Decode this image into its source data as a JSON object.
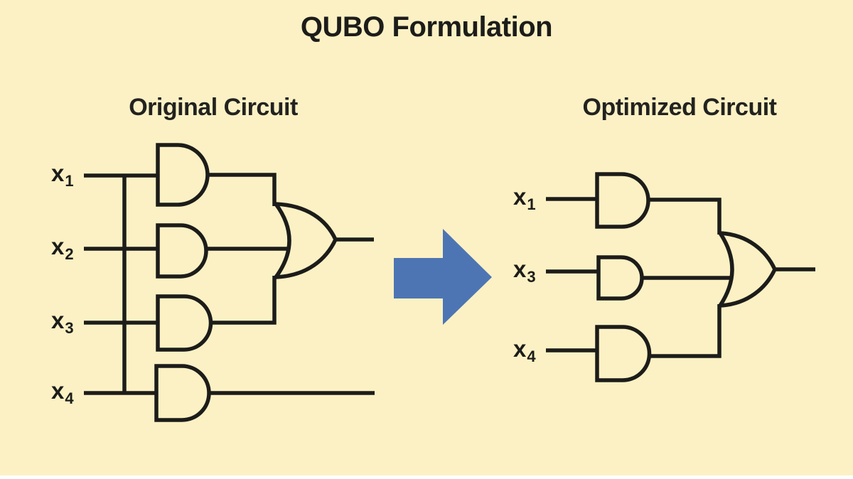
{
  "title": "QUBO Formulation",
  "colors": {
    "background": "#FCF1C4",
    "ink": "#1C1C1A",
    "arrow": "#4D75B4"
  },
  "original_circuit": {
    "label": "Original Circuit",
    "inputs": [
      {
        "base": "x",
        "sub": "1"
      },
      {
        "base": "x",
        "sub": "2"
      },
      {
        "base": "x",
        "sub": "3"
      },
      {
        "base": "x",
        "sub": "4"
      }
    ],
    "gate_types": [
      "AND",
      "AND",
      "AND",
      "AND",
      "OR"
    ]
  },
  "optimized_circuit": {
    "label": "Optimized Circuit",
    "inputs": [
      {
        "base": "x",
        "sub": "1"
      },
      {
        "base": "x",
        "sub": "3"
      },
      {
        "base": "x",
        "sub": "4"
      }
    ],
    "gate_types": [
      "AND",
      "AND",
      "AND",
      "OR"
    ]
  },
  "arrow": {
    "icon": "right-block-arrow"
  }
}
